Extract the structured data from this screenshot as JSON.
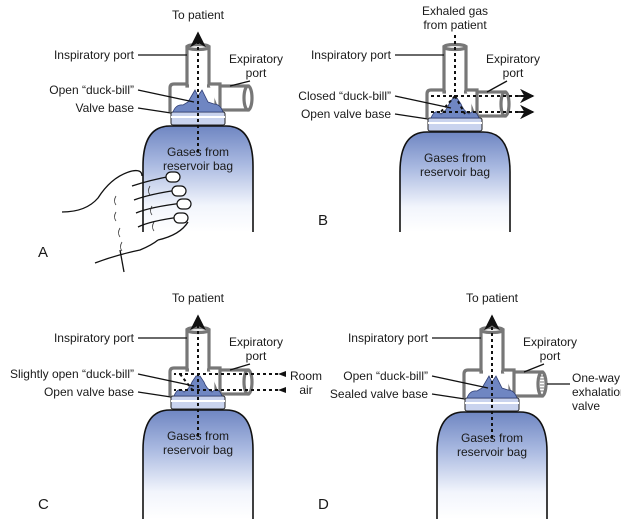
{
  "figure": {
    "panels": [
      {
        "letter": "A",
        "top_label": "To patient",
        "left_labels": [
          "Inspiratory port",
          "Open “duck-bill”",
          "Valve base"
        ],
        "expiratory_label": [
          "Expiratory",
          "port"
        ],
        "bag_label": [
          "Gases from",
          "reservoir bag"
        ],
        "side_label": [],
        "flow": "inspiration-squeeze",
        "hand_icon": "hand-squeezing-bag"
      },
      {
        "letter": "B",
        "top_label_lines": [
          "Exhaled gas",
          "from patient"
        ],
        "left_labels": [
          "Inspiratory port",
          "Closed “duck-bill”",
          "Open valve base"
        ],
        "expiratory_label": [
          "Expiratory",
          "port"
        ],
        "bag_label": [
          "Gases from",
          "reservoir bag"
        ],
        "side_label": [],
        "flow": "exhalation"
      },
      {
        "letter": "C",
        "top_label": "To patient",
        "left_labels": [
          "Inspiratory port",
          "Slightly open “duck-bill”",
          "Open valve base"
        ],
        "expiratory_label": [
          "Expiratory",
          "port"
        ],
        "bag_label": [
          "Gases from",
          "reservoir bag"
        ],
        "side_label": [
          "Room",
          "air"
        ],
        "flow": "room-air-entrainment"
      },
      {
        "letter": "D",
        "top_label": "To patient",
        "left_labels": [
          "Inspiratory port",
          "Open “duck-bill”",
          "Sealed valve base"
        ],
        "expiratory_label": [
          "Expiratory",
          "port"
        ],
        "bag_label": [
          "Gases from",
          "reservoir bag"
        ],
        "side_label": [
          "One-way",
          "exhalation",
          "valve"
        ],
        "flow": "inspiration-with-one-way-valve"
      }
    ],
    "colors": {
      "bag_top": "#6f86c2",
      "bag_bottom": "#ffffff",
      "flap": "#6f86c2",
      "tube_outline": "#777777",
      "ink": "#111111"
    }
  }
}
